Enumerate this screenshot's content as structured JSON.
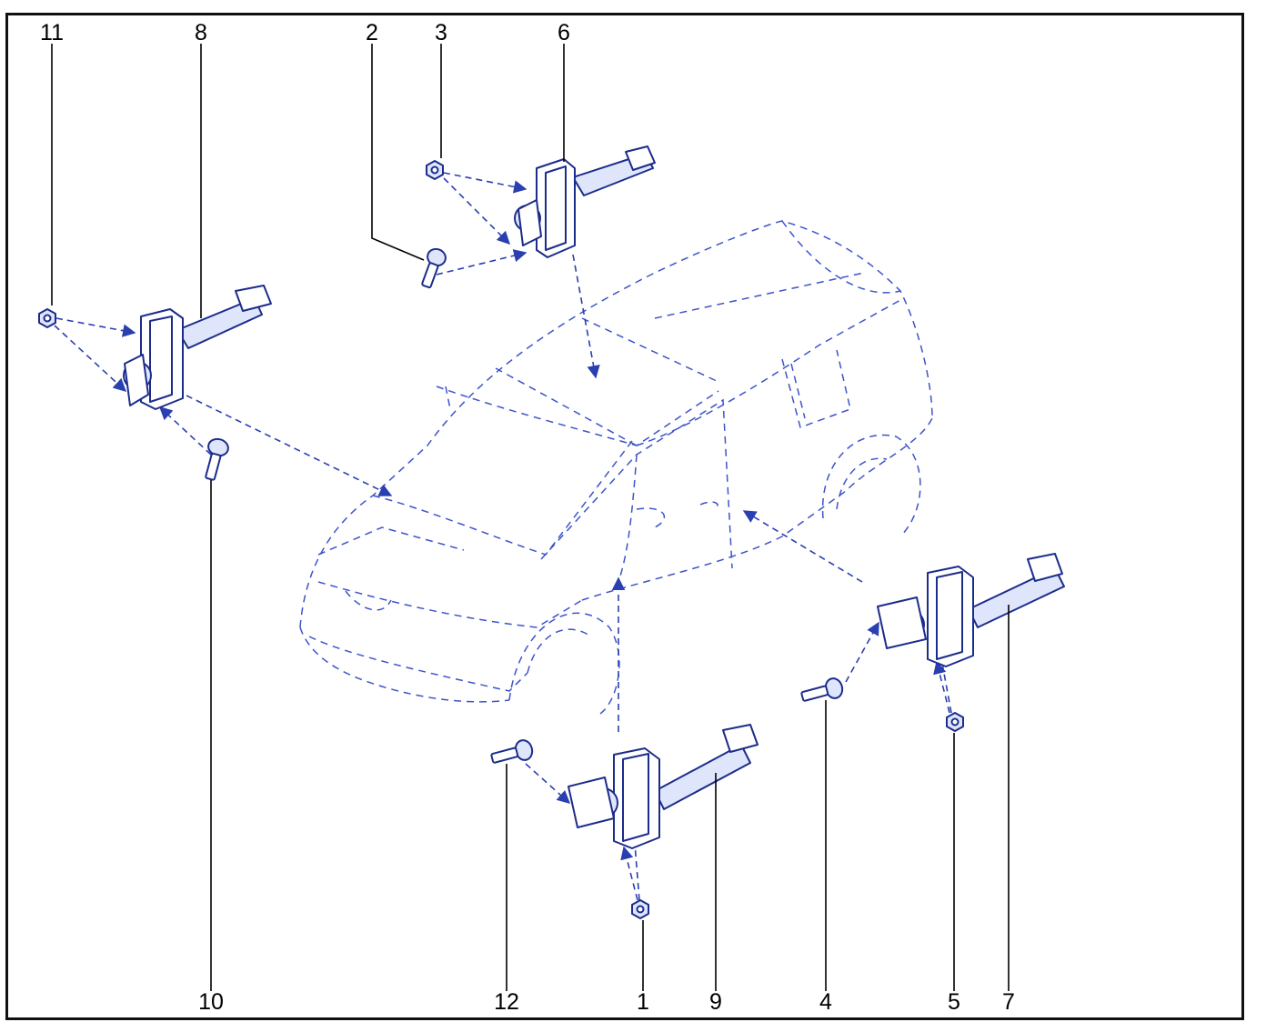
{
  "callouts": {
    "c1": "1",
    "c2": "2",
    "c3": "3",
    "c4": "4",
    "c5": "5",
    "c6": "6",
    "c7": "7",
    "c8": "8",
    "c9": "9",
    "c10": "10",
    "c11": "11",
    "c12": "12"
  },
  "colors": {
    "line_art": "#1c2c8c",
    "dashed": "#2a3fb0",
    "frame": "#111111"
  },
  "parts": [
    "door-check-strap-front-left",
    "door-check-strap-rear-left",
    "door-check-strap-front-right",
    "door-check-strap-rear-right",
    "bolt",
    "nut"
  ]
}
